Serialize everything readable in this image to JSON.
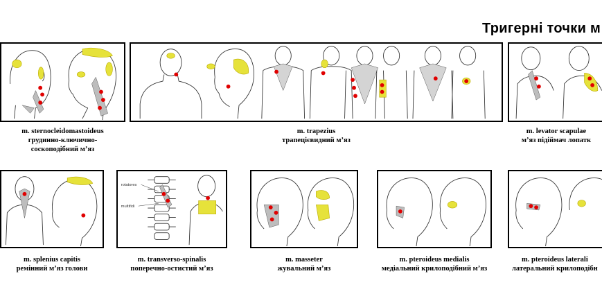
{
  "page": {
    "title": "Тригерні точки м"
  },
  "muscles": [
    {
      "latin": "m. sternocleidomastoideus",
      "ua": [
        "грудинно-ключично-",
        "соскоподібний м’яз"
      ]
    },
    {
      "latin": "m. trapezius",
      "ua": [
        "трапецієвидний  м’яз"
      ]
    },
    {
      "latin": "m. levator scapulae",
      "ua": [
        "м’яз підіймач лопатк"
      ]
    },
    {
      "latin": "m. splenius capitis",
      "ua": [
        "ремінний м’яз голови"
      ]
    },
    {
      "latin": "m. transverso-spinalis",
      "ua": [
        "поперечно-остистий м’яз"
      ]
    },
    {
      "latin": "m. masseter",
      "ua": [
        "жувальний м’яз"
      ]
    },
    {
      "latin": "m. pteroideus medialis",
      "ua": [
        "медіальний крилоподібний м’яз"
      ]
    },
    {
      "latin": "m. pteroideus laterali",
      "ua": [
        "латеральний крилоподібн"
      ]
    }
  ],
  "diagram_labels": {
    "rotatores": "rotatores",
    "multifidi": "multifidi"
  },
  "colors": {
    "trigger_point": "#e00000",
    "referred_pain_zone": "#e6e23a",
    "muscle": "#bdbdbd",
    "frame": "#000000"
  }
}
